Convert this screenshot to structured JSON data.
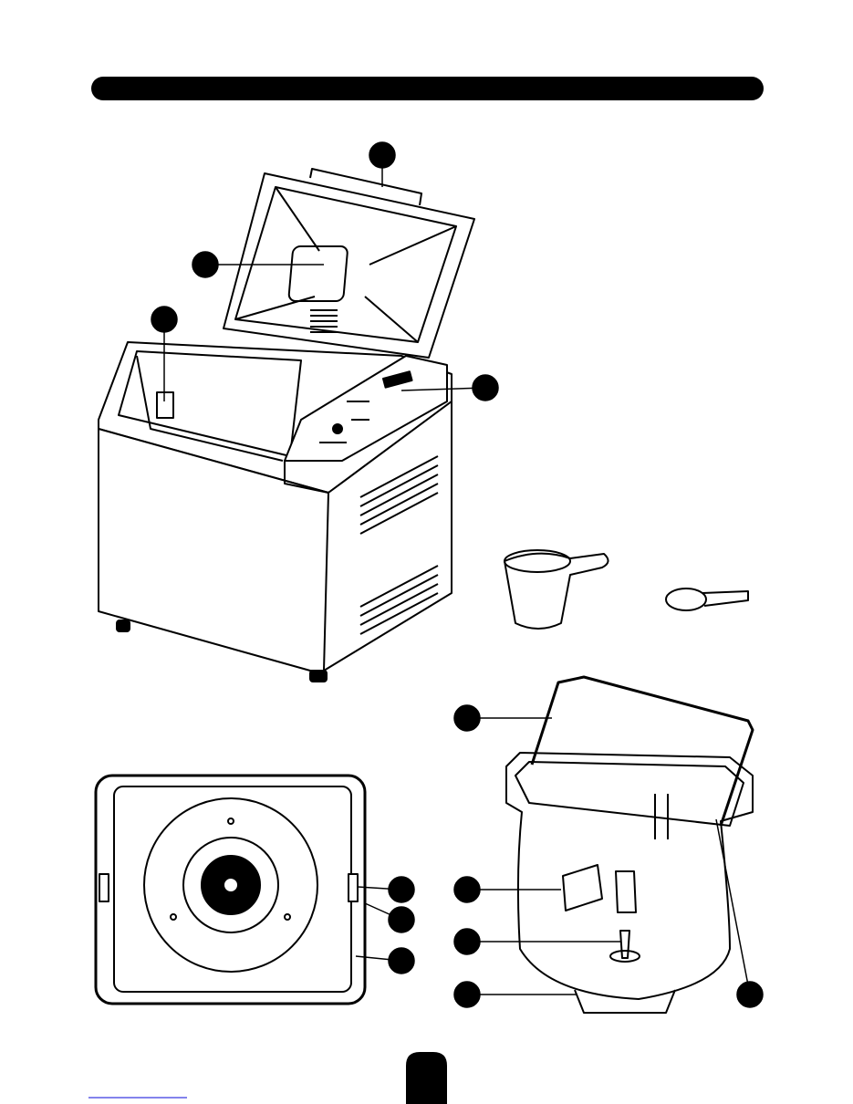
{
  "colors": {
    "ink": "#000000",
    "paper": "#ffffff",
    "footer_rule": "#5a5ae6"
  },
  "callouts": [
    "lid-handle",
    "lid-window",
    "lid-hinge-clip",
    "control-panel",
    "pan-handle",
    "kneading-blade",
    "drive-shaft",
    "pan-base",
    "pan-rim",
    "base-clip",
    "base-edge",
    "base-rim"
  ],
  "accessories": [
    "measuring-cup",
    "measuring-spoon"
  ]
}
